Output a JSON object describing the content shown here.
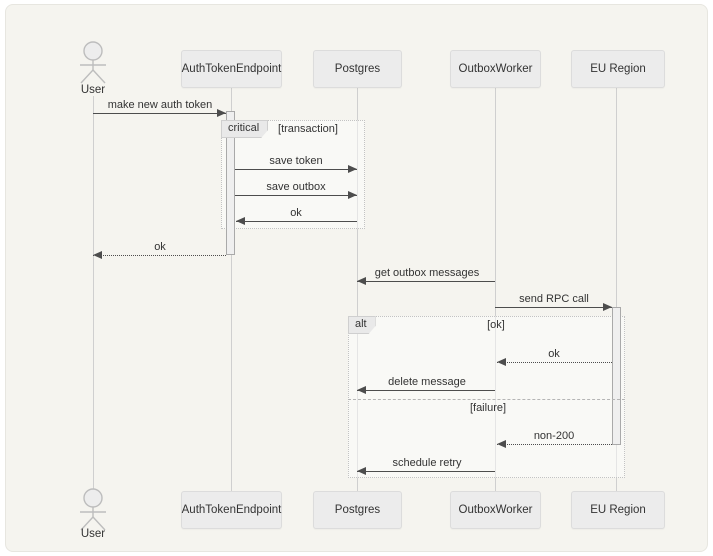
{
  "diagram_type": "sequence-diagram",
  "participants": [
    {
      "label": "User",
      "kind": "actor"
    },
    {
      "label": "AuthTokenEndpoint",
      "kind": "participant"
    },
    {
      "label": "Postgres",
      "kind": "participant"
    },
    {
      "label": "OutboxWorker",
      "kind": "participant"
    },
    {
      "label": "EU Region",
      "kind": "participant"
    }
  ],
  "messages": [
    {
      "label": "make new auth token",
      "from": "User",
      "to": "AuthTokenEndpoint",
      "line": "solid"
    },
    {
      "label": "save token",
      "from": "AuthTokenEndpoint",
      "to": "Postgres",
      "line": "solid"
    },
    {
      "label": "save outbox",
      "from": "AuthTokenEndpoint",
      "to": "Postgres",
      "line": "solid"
    },
    {
      "label": "ok",
      "from": "Postgres",
      "to": "AuthTokenEndpoint",
      "line": "solid"
    },
    {
      "label": "ok",
      "from": "AuthTokenEndpoint",
      "to": "User",
      "line": "dashed"
    },
    {
      "label": "get outbox messages",
      "from": "OutboxWorker",
      "to": "Postgres",
      "line": "solid"
    },
    {
      "label": "send RPC call",
      "from": "OutboxWorker",
      "to": "EU Region",
      "line": "solid"
    },
    {
      "label": "ok",
      "from": "EU Region",
      "to": "OutboxWorker",
      "line": "dashed"
    },
    {
      "label": "delete message",
      "from": "OutboxWorker",
      "to": "Postgres",
      "line": "solid"
    },
    {
      "label": "non-200",
      "from": "EU Region",
      "to": "OutboxWorker",
      "line": "dashed"
    },
    {
      "label": "schedule retry",
      "from": "OutboxWorker",
      "to": "Postgres",
      "line": "solid"
    }
  ],
  "frames": {
    "critical": {
      "label": "critical",
      "condition": "[transaction]"
    },
    "alt": {
      "label": "alt",
      "sections": [
        {
          "condition": "[ok]"
        },
        {
          "condition": "[failure]"
        }
      ]
    }
  },
  "colors": {
    "canvas_background": "#ffffff",
    "paper_background": "#f5f4ef",
    "participant_fill": "#ececec",
    "participant_border": "#dcdcdc",
    "message_line": "#4d4d4d",
    "lifeline": "#cfcfcf",
    "frame_border": "#c3c3c3",
    "text": "#333333"
  }
}
